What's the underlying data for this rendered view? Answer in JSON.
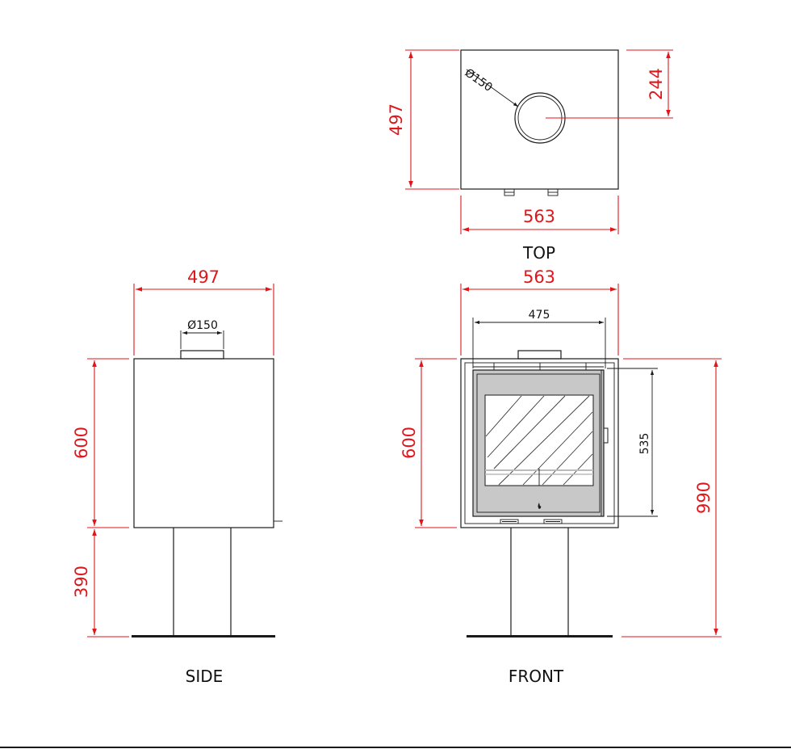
{
  "views": {
    "top": {
      "label": "TOP",
      "dims": {
        "width": "563",
        "depth": "497",
        "flue_offset": "244",
        "flue_diameter": "Ø150"
      }
    },
    "side": {
      "label": "SIDE",
      "dims": {
        "depth": "497",
        "flue_diameter": "Ø150",
        "body_height": "600",
        "pedestal_height": "390"
      }
    },
    "front": {
      "label": "FRONT",
      "dims": {
        "width": "563",
        "door_width": "475",
        "body_height": "600",
        "door_height": "535",
        "total_height": "990"
      }
    }
  },
  "colors": {
    "dimension": "#e0161b",
    "outline": "#1a1a1a",
    "door_panel": "#c8c8c8",
    "glass": "#ffffff"
  }
}
